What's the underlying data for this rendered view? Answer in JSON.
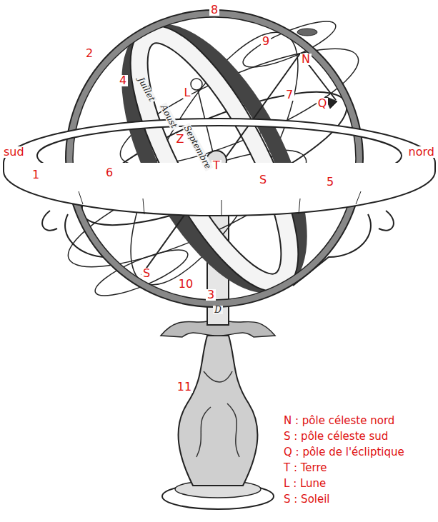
{
  "diagram": {
    "labels": [
      "sud",
      "1",
      "2",
      "4",
      "8",
      "9",
      "N",
      "7",
      "Q",
      "L",
      "Z",
      "T",
      "6",
      "S",
      "5",
      "nord",
      "S",
      "10",
      "3",
      "11",
      "Juillet",
      "Aoust",
      "Septembre",
      "D"
    ],
    "legend": [
      {
        "text": "N : pôle céleste nord"
      },
      {
        "text": "S : pôle céleste sud"
      },
      {
        "text": "Q : pôle de l'écliptique"
      },
      {
        "text": "T : Terre"
      },
      {
        "text": "L : Lune"
      },
      {
        "text": "S : Soleil"
      }
    ]
  }
}
